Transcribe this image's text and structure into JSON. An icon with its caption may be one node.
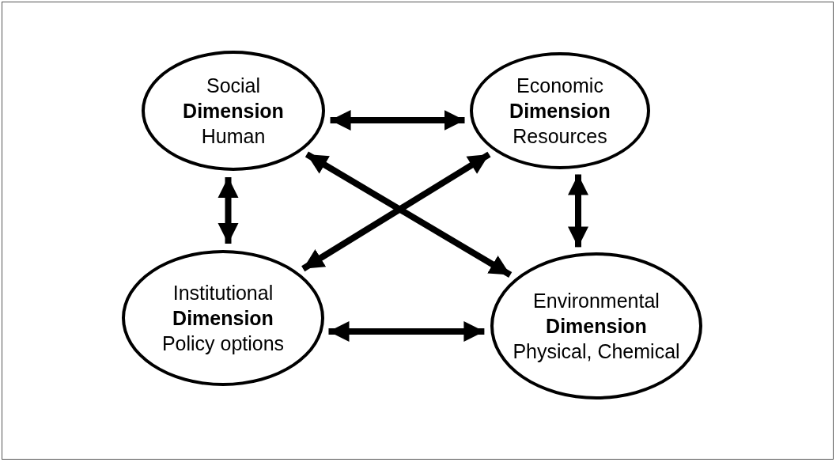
{
  "diagram": {
    "nodes": [
      {
        "text": [
          "Social",
          "Dimension",
          "Human"
        ]
      },
      {
        "text": [
          "Economic",
          "Dimension",
          "Resources"
        ]
      },
      {
        "text": [
          "Institutional",
          "Dimension",
          "Policy options"
        ]
      },
      {
        "text": [
          "Environmental",
          "Dimension",
          "Physical, Chemical"
        ]
      }
    ],
    "edges": [
      {
        "from": 0,
        "to": 1,
        "arrow": "both"
      },
      {
        "from": 0,
        "to": 2,
        "arrow": "both"
      },
      {
        "from": 1,
        "to": 3,
        "arrow": "both"
      },
      {
        "from": 0,
        "to": 3,
        "arrow": "both"
      },
      {
        "from": 1,
        "to": 2,
        "arrow": "both"
      },
      {
        "from": 2,
        "to": 3,
        "arrow": "both"
      }
    ]
  }
}
